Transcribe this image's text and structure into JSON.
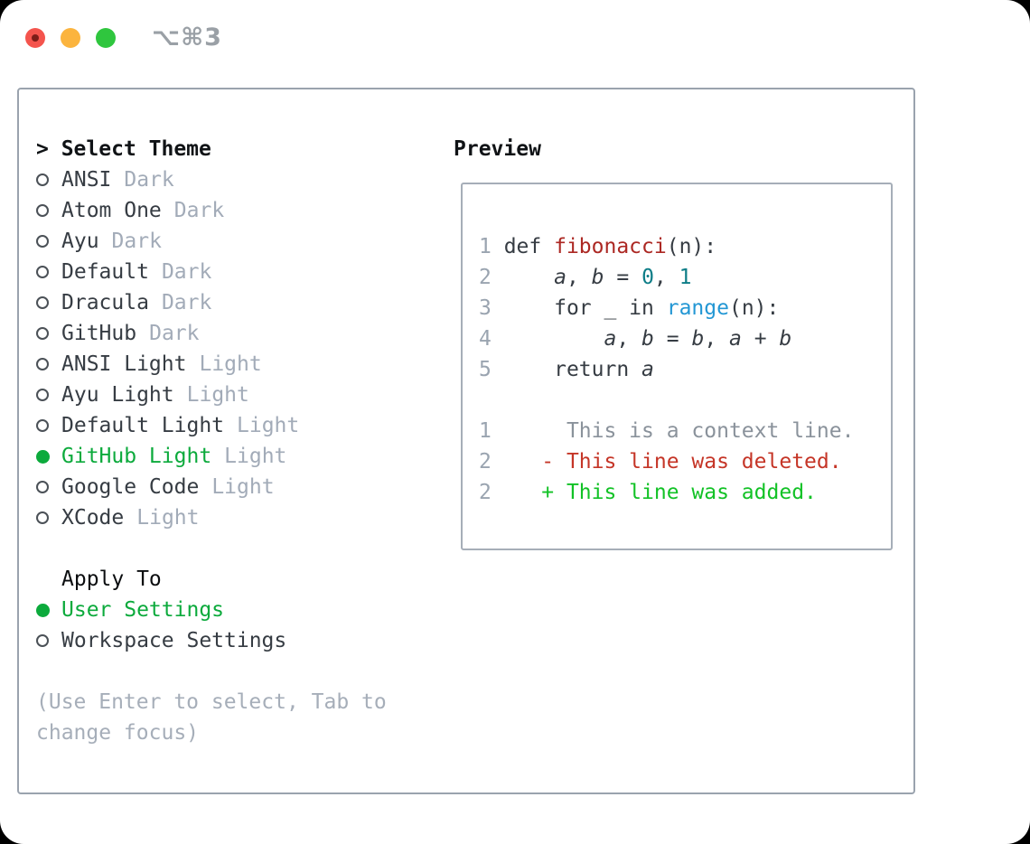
{
  "window": {
    "shortcut_label": "⌥⌘3",
    "traffic_lights": [
      "close",
      "minimize",
      "zoom"
    ]
  },
  "theme_panel": {
    "title_prefix": "> ",
    "title": "Select Theme",
    "items": [
      {
        "name": "ANSI",
        "tag": "Dark",
        "selected": false
      },
      {
        "name": "Atom One",
        "tag": "Dark",
        "selected": false
      },
      {
        "name": "Ayu",
        "tag": "Dark",
        "selected": false
      },
      {
        "name": "Default",
        "tag": "Dark",
        "selected": false
      },
      {
        "name": "Dracula",
        "tag": "Dark",
        "selected": false
      },
      {
        "name": "GitHub",
        "tag": "Dark",
        "selected": false
      },
      {
        "name": "ANSI Light",
        "tag": "Light",
        "selected": false
      },
      {
        "name": "Ayu Light",
        "tag": "Light",
        "selected": false
      },
      {
        "name": "Default Light",
        "tag": "Light",
        "selected": false
      },
      {
        "name": "GitHub Light",
        "tag": "Light",
        "selected": true
      },
      {
        "name": "Google Code",
        "tag": "Light",
        "selected": false
      },
      {
        "name": "XCode",
        "tag": "Light",
        "selected": false
      }
    ],
    "apply_to": {
      "title": "Apply To",
      "options": [
        {
          "label": "User Settings",
          "selected": true
        },
        {
          "label": "Workspace Settings",
          "selected": false
        }
      ]
    },
    "hint": "(Use Enter to select, Tab to change focus)"
  },
  "preview": {
    "title": "Preview",
    "lines": [
      {
        "parts": [
          {
            "t": "1 ",
            "c": "num"
          },
          {
            "t": "def ",
            "c": "code"
          },
          {
            "t": "fibonacci",
            "c": "func"
          },
          {
            "t": "(n):",
            "c": "code"
          }
        ]
      },
      {
        "parts": [
          {
            "t": "2 ",
            "c": "num"
          },
          {
            "t": "    ",
            "c": "code"
          },
          {
            "t": "a",
            "c": "var"
          },
          {
            "t": ", ",
            "c": "code"
          },
          {
            "t": "b",
            "c": "var"
          },
          {
            "t": " = ",
            "c": "code"
          },
          {
            "t": "0",
            "c": "lit"
          },
          {
            "t": ", ",
            "c": "code"
          },
          {
            "t": "1",
            "c": "lit"
          }
        ]
      },
      {
        "parts": [
          {
            "t": "3 ",
            "c": "num"
          },
          {
            "t": "    for _ in ",
            "c": "code"
          },
          {
            "t": "range",
            "c": "call"
          },
          {
            "t": "(n):",
            "c": "code"
          }
        ]
      },
      {
        "parts": [
          {
            "t": "4 ",
            "c": "num"
          },
          {
            "t": "        ",
            "c": "code"
          },
          {
            "t": "a",
            "c": "var"
          },
          {
            "t": ", ",
            "c": "code"
          },
          {
            "t": "b",
            "c": "var"
          },
          {
            "t": " = ",
            "c": "code"
          },
          {
            "t": "b",
            "c": "var"
          },
          {
            "t": ", ",
            "c": "code"
          },
          {
            "t": "a",
            "c": "var"
          },
          {
            "t": " + ",
            "c": "code"
          },
          {
            "t": "b",
            "c": "var"
          }
        ]
      },
      {
        "parts": [
          {
            "t": "5 ",
            "c": "num"
          },
          {
            "t": "    return ",
            "c": "code"
          },
          {
            "t": "a",
            "c": "var"
          }
        ]
      },
      {
        "parts": []
      },
      {
        "parts": [
          {
            "t": "1",
            "c": "num"
          },
          {
            "t": "      This is a context line.",
            "c": "ctx"
          }
        ]
      },
      {
        "parts": [
          {
            "t": "2",
            "c": "num"
          },
          {
            "t": "    - This line was deleted.",
            "c": "del"
          }
        ]
      },
      {
        "parts": [
          {
            "t": "2",
            "c": "num"
          },
          {
            "t": "    + This line was added.",
            "c": "add"
          }
        ]
      }
    ]
  },
  "colors": {
    "selection_green": "#0caa3c",
    "diff_added_green": "#12c226",
    "diff_deleted_red": "#c53527",
    "function_red": "#ac2823",
    "literal_teal": "#0d7d87",
    "builtin_blue": "#2397d4",
    "muted_gray": "#a2abb8",
    "text_dark": "#363c43",
    "panel_border": "#9aa3ae"
  }
}
